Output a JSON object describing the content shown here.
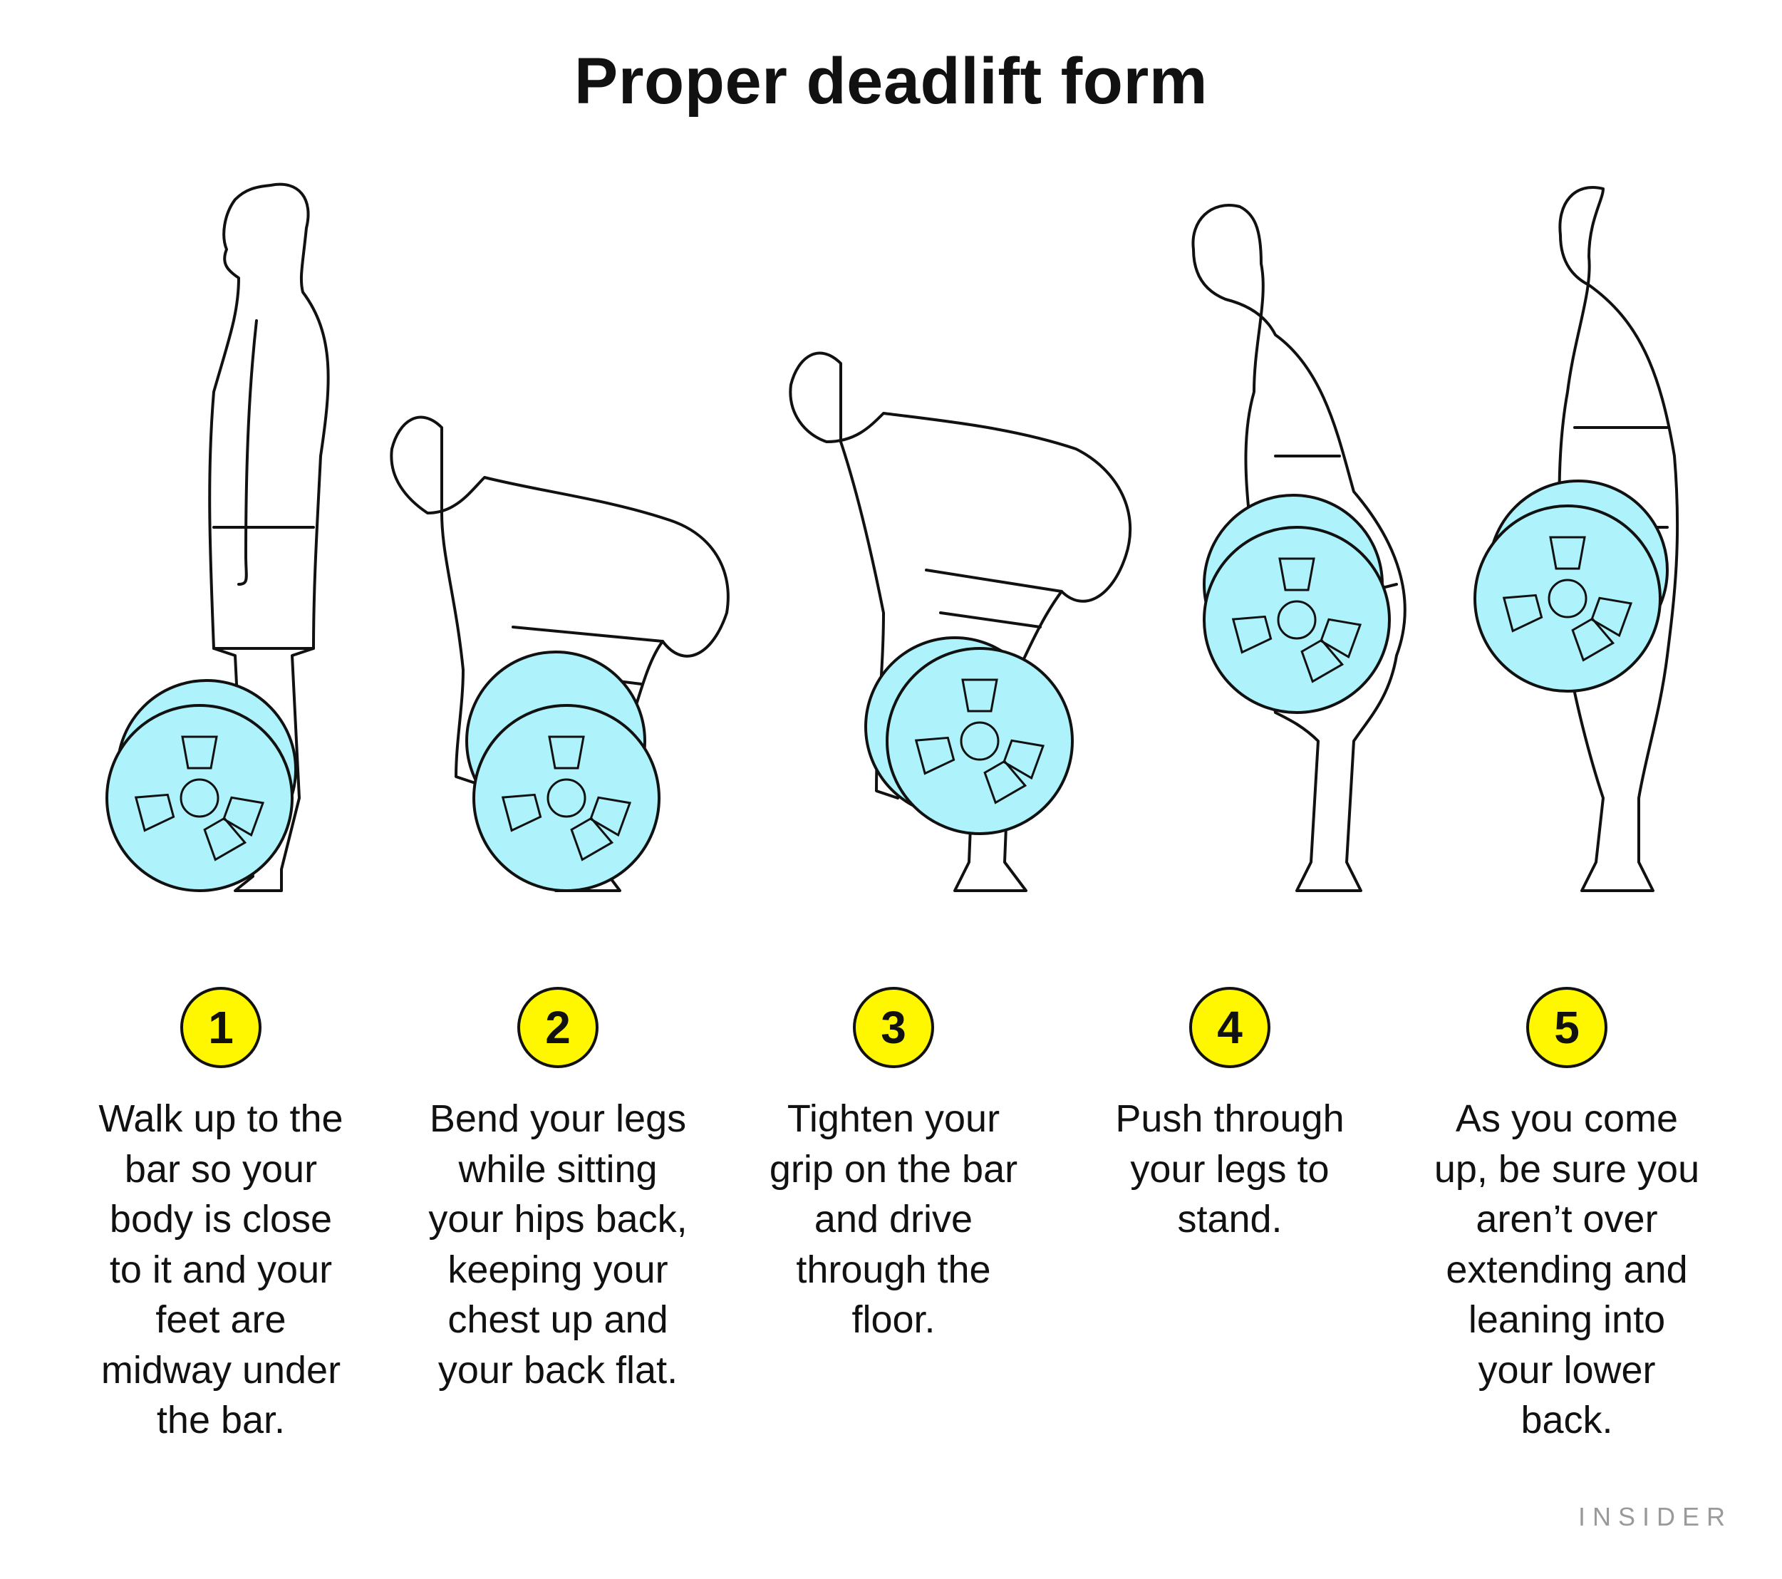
{
  "title": "Proper deadlift form",
  "plate_color": "#aef3fb",
  "badge_color": "#fff700",
  "steps": [
    {
      "number": "1",
      "text": "Walk up to the\nbar so your\nbody is close\nto it and your\nfeet are\nmidway under\nthe bar."
    },
    {
      "number": "2",
      "text": "Bend your legs\nwhile sitting\nyour hips back,\nkeeping your\nchest up and\nyour back flat."
    },
    {
      "number": "3",
      "text": "Tighten your\ngrip on the bar\nand drive\nthrough the\nfloor."
    },
    {
      "number": "4",
      "text": "Push through\nyour legs to\nstand."
    },
    {
      "number": "5",
      "text": "As you come\nup, be sure you\naren’t over\nextending and\nleaning into\nyour lower\nback."
    }
  ],
  "brand": "INSIDER"
}
